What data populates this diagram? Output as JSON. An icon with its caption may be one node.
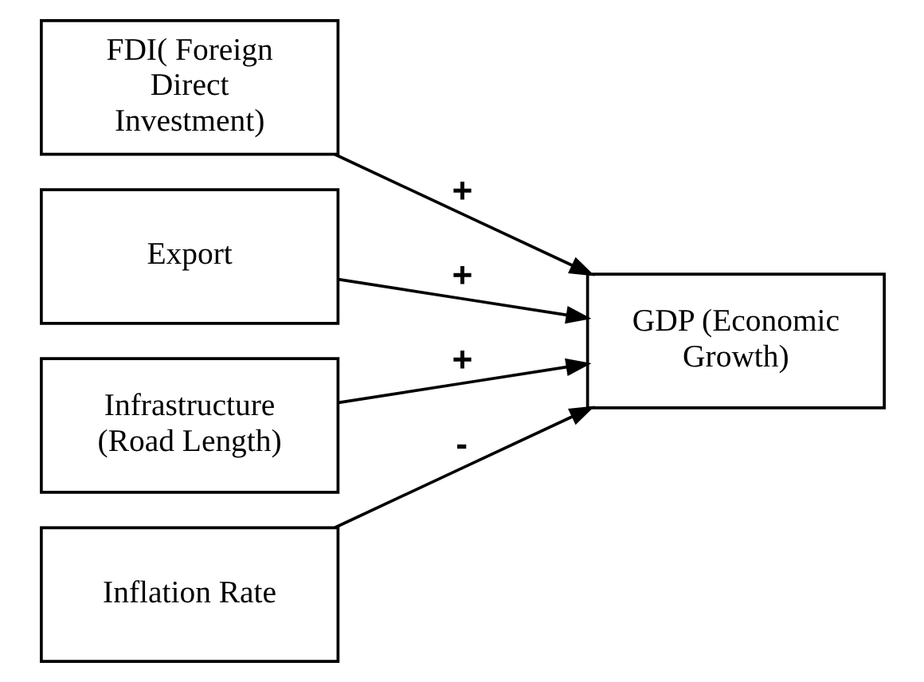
{
  "diagram": {
    "nodes": [
      {
        "text": [
          "FDI( Foreign Direct Investment)"
        ]
      },
      {
        "text": [
          "Export"
        ]
      },
      {
        "text": [
          "Infrastructure (Road Length)"
        ]
      },
      {
        "text": [
          "Inflation Rate"
        ]
      },
      {
        "text": [
          "GDP (Economic Growth)"
        ]
      }
    ],
    "edges": [
      {
        "from": 0,
        "to": 4,
        "arrow": "to",
        "label": "+"
      },
      {
        "from": 1,
        "to": 4,
        "arrow": "to",
        "label": "+"
      },
      {
        "from": 2,
        "to": 4,
        "arrow": "to",
        "label": "+"
      },
      {
        "from": 3,
        "to": 4,
        "arrow": "to",
        "label": "-"
      }
    ]
  }
}
